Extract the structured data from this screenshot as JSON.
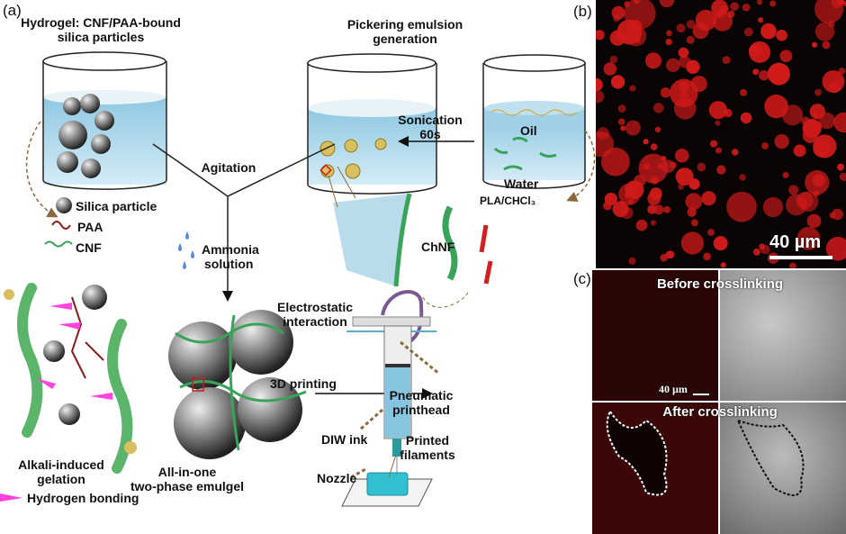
{
  "panel_a": {
    "label": "(a)",
    "hydrogel_title": [
      "Hydrogel: CNF/PAA-bound",
      "silica particles"
    ],
    "pickering_title": [
      "Pickering emulsion",
      "generation"
    ],
    "sonication": [
      "Sonication",
      "60s"
    ],
    "oil": "Oil",
    "water": "Water",
    "pla": "PLA/CHCl₃",
    "agitation": "Agitation",
    "legend": {
      "silica": "Silica particle",
      "paa": "PAA",
      "cnf": "CNF"
    },
    "ammonia": [
      "Ammonia",
      "solution"
    ],
    "chnf": "ChNF",
    "electrostatic": [
      "Electrostatic",
      "interaction"
    ],
    "alkali": [
      "Alkali-induced",
      "gelation"
    ],
    "emulgel": [
      "All-in-one",
      "two-phase emulgel"
    ],
    "hbond": "Hydrogen bonding",
    "printing": "3D printing",
    "pneumatic": [
      "Pneumatic",
      "printhead"
    ],
    "diw": "DIW ink",
    "printed": [
      "Printed",
      "filaments"
    ],
    "nozzle": "Nozzle"
  },
  "panel_b": {
    "label": "(b)",
    "scale": "40 µm"
  },
  "panel_c": {
    "label": "(c)",
    "before": "Before crosslinking",
    "after": "After crosslinking",
    "scale": "40 µm"
  },
  "colors": {
    "red": "#d01a1a",
    "water": "#a9d6ea",
    "cnf": "#3aa35a",
    "paa": "#8b1a1a",
    "hbond": "#ff44dd",
    "arrow_brown": "#8a6a40"
  }
}
